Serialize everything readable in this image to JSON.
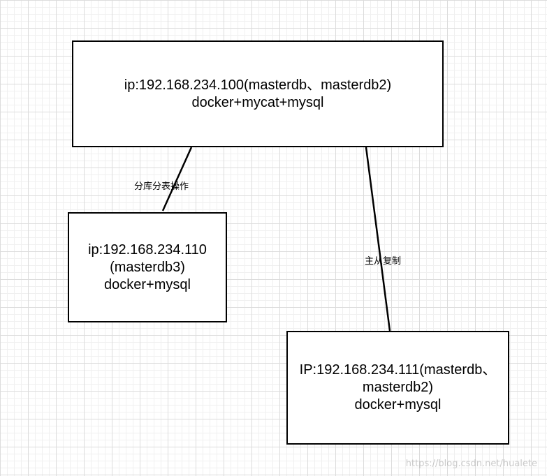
{
  "nodes": {
    "server_100": {
      "line1": "ip:192.168.234.100(masterdb、masterdb2)",
      "line2": "docker+mycat+mysql"
    },
    "server_110": {
      "line1": "ip:192.168.234.110",
      "line2": "(masterdb3)",
      "line3": "docker+mysql"
    },
    "server_111": {
      "line1": "IP:192.168.234.111(masterdb、",
      "line2": "masterdb2)",
      "line3": "docker+mysql"
    }
  },
  "edges": {
    "sharding": {
      "label": "分库分表操作"
    },
    "replication": {
      "label": "主从复制"
    }
  },
  "watermark": "https://blog.csdn.net/hualete",
  "colors": {
    "stroke": "#000000",
    "grid_major": "#dcdcdc",
    "grid_minor": "#f0f0f0"
  }
}
